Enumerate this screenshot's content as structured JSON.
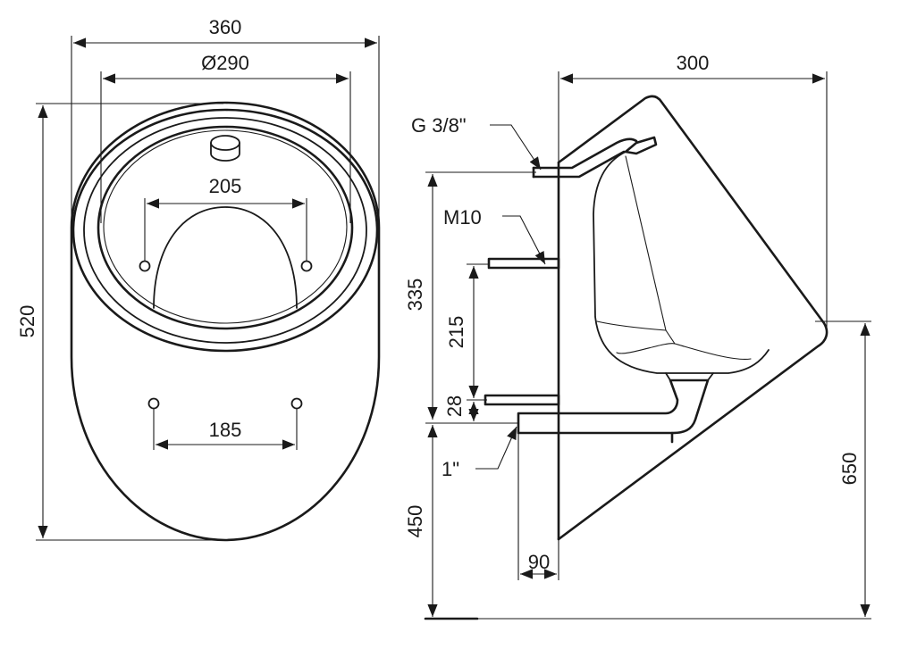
{
  "front_view": {
    "width": "360",
    "rim_diameter": "Ø290",
    "bracket_spacing": "205",
    "bottom_hole_spacing": "185",
    "height": "520"
  },
  "side_view": {
    "depth": "300",
    "water_inlet": "G 3/8\"",
    "anchor_bolt": "M10",
    "height_to_inlet": "335",
    "bolt_spacing": "215",
    "bolt_to_outlet": "28",
    "outlet": "1\"",
    "outlet_height": "450",
    "outlet_offset": "90",
    "rim_height": "650"
  }
}
